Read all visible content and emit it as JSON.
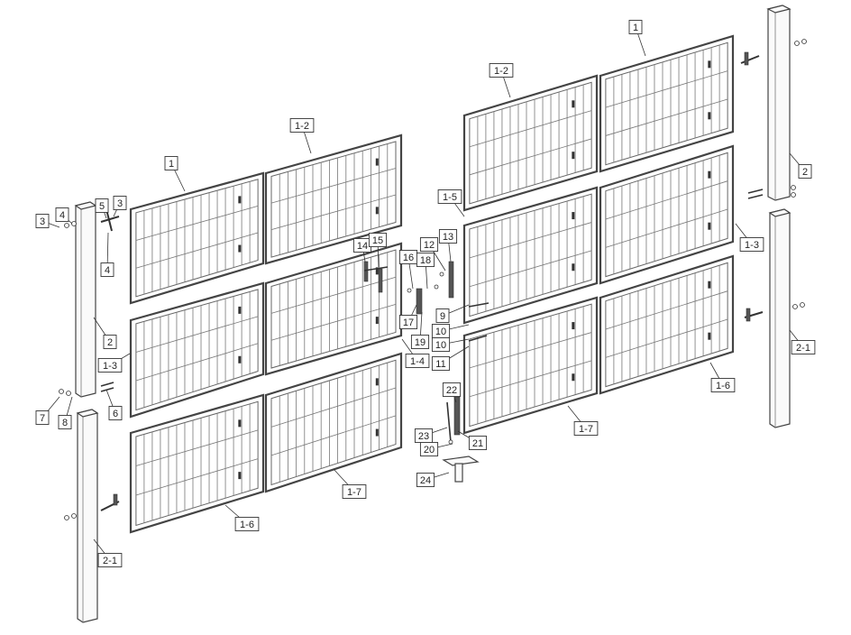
{
  "diagram": {
    "labels": {
      "p1": "1",
      "p1_2": "1-2",
      "p1_3": "1-3",
      "p1_4": "1-4",
      "p1_5": "1-5",
      "p1_6": "1-6",
      "p1_7": "1-7",
      "p2": "2",
      "p2_1": "2-1",
      "p3": "3",
      "p4": "4",
      "p5": "5",
      "p6": "6",
      "p7": "7",
      "p8": "8",
      "p9": "9",
      "p10": "10",
      "p11": "11",
      "p12": "12",
      "p13": "13",
      "p14": "14",
      "p15": "15",
      "p16": "16",
      "p17": "17",
      "p18": "18",
      "p19": "19",
      "p20": "20",
      "p21": "21",
      "p22": "22",
      "p23": "23",
      "p24": "24"
    }
  }
}
